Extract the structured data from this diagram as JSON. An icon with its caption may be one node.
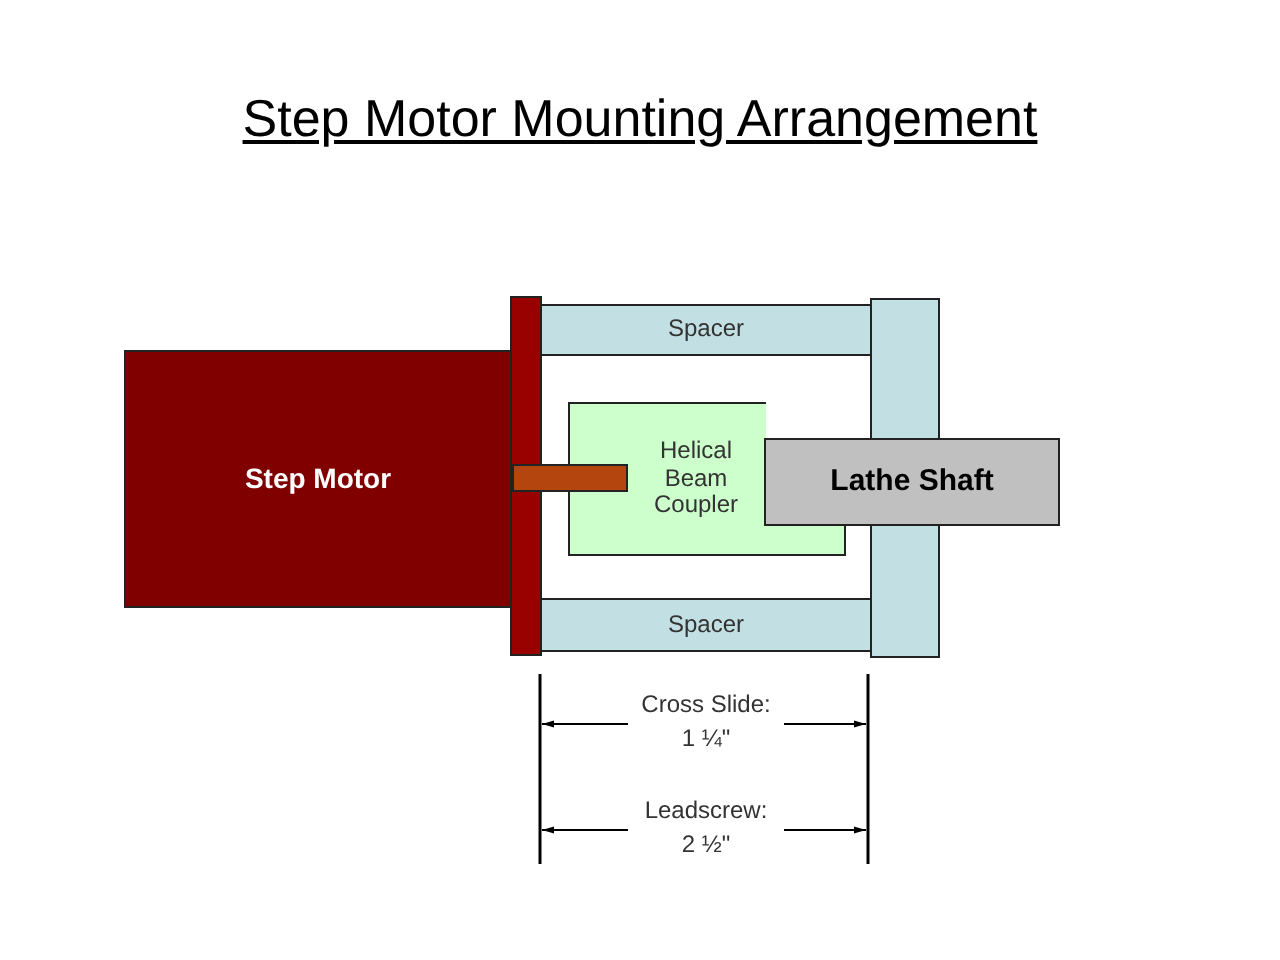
{
  "diagram": {
    "title": "Step Motor Mounting Arrangement",
    "nodes": [
      {
        "text": [
          "Step Motor"
        ]
      },
      {
        "text": [],
        "shape": "bar"
      },
      {
        "text": [],
        "shape": "bar"
      },
      {
        "text": [
          "Spacer"
        ]
      },
      {
        "text": [
          "Helical Beam Coupler"
        ]
      },
      {
        "text": [
          "Lathe Shaft"
        ]
      },
      {
        "text": [],
        "shape": "bar"
      },
      {
        "text": [],
        "shape": "bar"
      },
      {
        "text": [
          "Spacer"
        ]
      }
    ],
    "labels": [
      "Cross Slide: 1 ¼\"",
      "Leadscrew: 2 ½\""
    ]
  }
}
